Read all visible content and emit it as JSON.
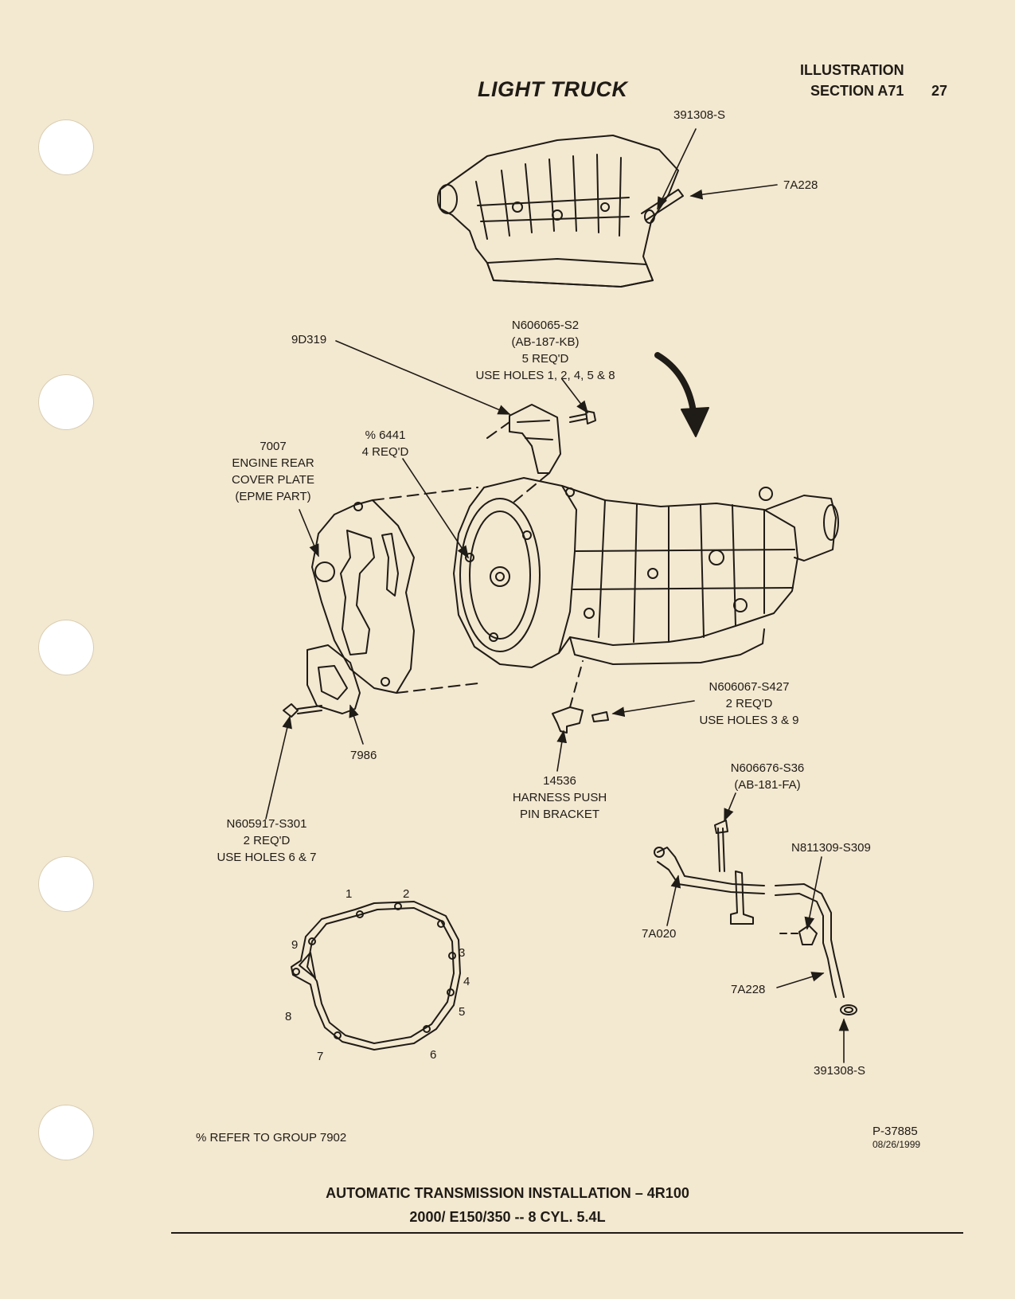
{
  "header": {
    "illustration_label": "ILLUSTRATION",
    "section_label": "SECTION A71",
    "page_number": "27",
    "title": "LIGHT TRUCK"
  },
  "top_view": {
    "callouts": [
      "391308-S",
      "7A228"
    ]
  },
  "main_view": {
    "callouts": {
      "bolt_9d319": "9D319",
      "bolt_n606065": [
        "N606065-S2",
        "(AB-187-KB)",
        "5 REQ'D",
        "USE HOLES 1, 2, 4, 5 & 8"
      ],
      "plate_7007": [
        "7007",
        "ENGINE REAR",
        "COVER PLATE",
        "(EPME PART)"
      ],
      "dowel_6441": [
        "% 6441",
        "4 REQ'D"
      ],
      "bolt_n606067": [
        "N606067-S427",
        "2 REQ'D",
        "USE HOLES 3 & 9"
      ],
      "part_7986": "7986",
      "bracket_14536": [
        "14536",
        "HARNESS PUSH",
        "PIN BRACKET"
      ],
      "bolt_n605917": [
        "N605917-S301",
        "2 REQ'D",
        "USE HOLES 6 & 7"
      ]
    }
  },
  "bolt_pattern": {
    "holes": [
      "1",
      "2",
      "3",
      "4",
      "5",
      "6",
      "7",
      "8",
      "9"
    ]
  },
  "filler_tube_view": {
    "callouts": {
      "bolt_n606676": [
        "N606676-S36",
        "(AB-181-FA)"
      ],
      "bolt_n811309": "N811309-S309",
      "tube_7a020": "7A020",
      "tube_7a228": "7A228",
      "seal_391308": "391308-S"
    }
  },
  "notes": {
    "refer": "% REFER TO GROUP 7902",
    "drawing_number": "P-37885",
    "drawing_date": "08/26/1999"
  },
  "footer": {
    "line1": "AUTOMATIC TRANSMISSION INSTALLATION – 4R100",
    "line2": "2000/ E150/350 -- 8 CYL. 5.4L"
  },
  "colors": {
    "paper": "#f3e8d0",
    "ink": "#1f1b16"
  }
}
